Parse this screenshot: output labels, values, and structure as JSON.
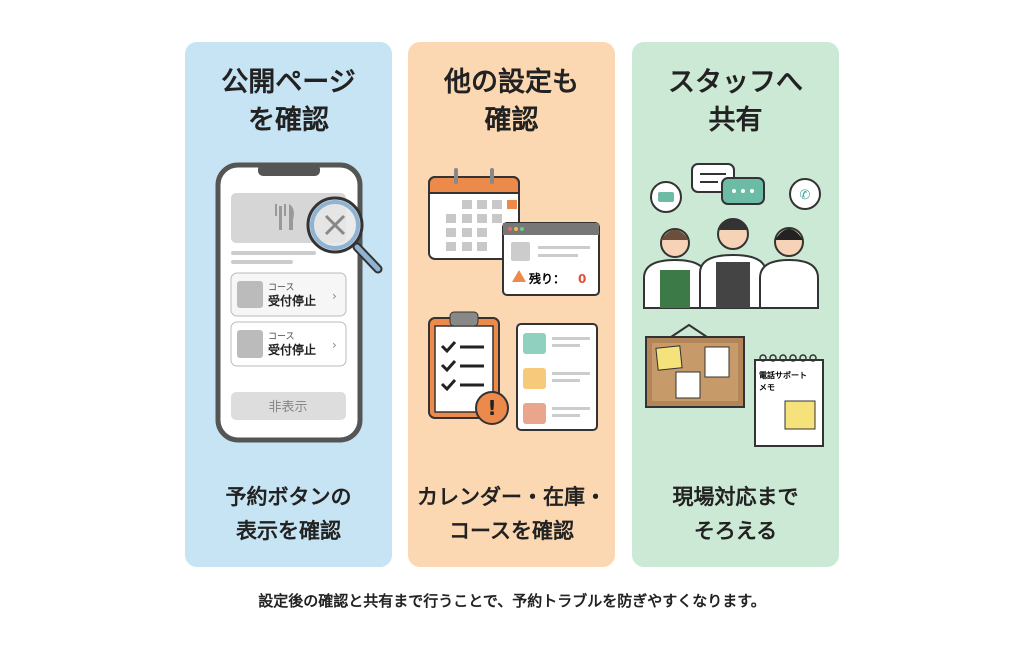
{
  "panels": [
    {
      "title_line1": "公開ページ",
      "title_line2": "を確認",
      "footer_line1": "予約ボタンの",
      "footer_line2": "表示を確認",
      "phone": {
        "items": [
          {
            "category": "コース",
            "status": "受付停止"
          },
          {
            "category": "コース",
            "status": "受付停止"
          }
        ],
        "hidden_button": "非表示"
      }
    },
    {
      "title_line1": "他の設定も",
      "title_line2": "確認",
      "footer_line1": "カレンダー・在庫・",
      "footer_line2": "コースを確認",
      "stock_label": "残り：",
      "stock_value": "0"
    },
    {
      "title_line1": "スタッフへ",
      "title_line2": "共有",
      "footer_line1": "現場対応まで",
      "footer_line2": "そろえる",
      "memo_line1": "電話サポート",
      "memo_line2": "メモ"
    }
  ],
  "caption": "設定後の確認と共有まで行うことで、予約トラブルを防ぎやすくなります。",
  "colors": {
    "blue": "#c7e4f4",
    "orange": "#fcd8b2",
    "green": "#cce9d5",
    "accent": "#e9874a"
  }
}
